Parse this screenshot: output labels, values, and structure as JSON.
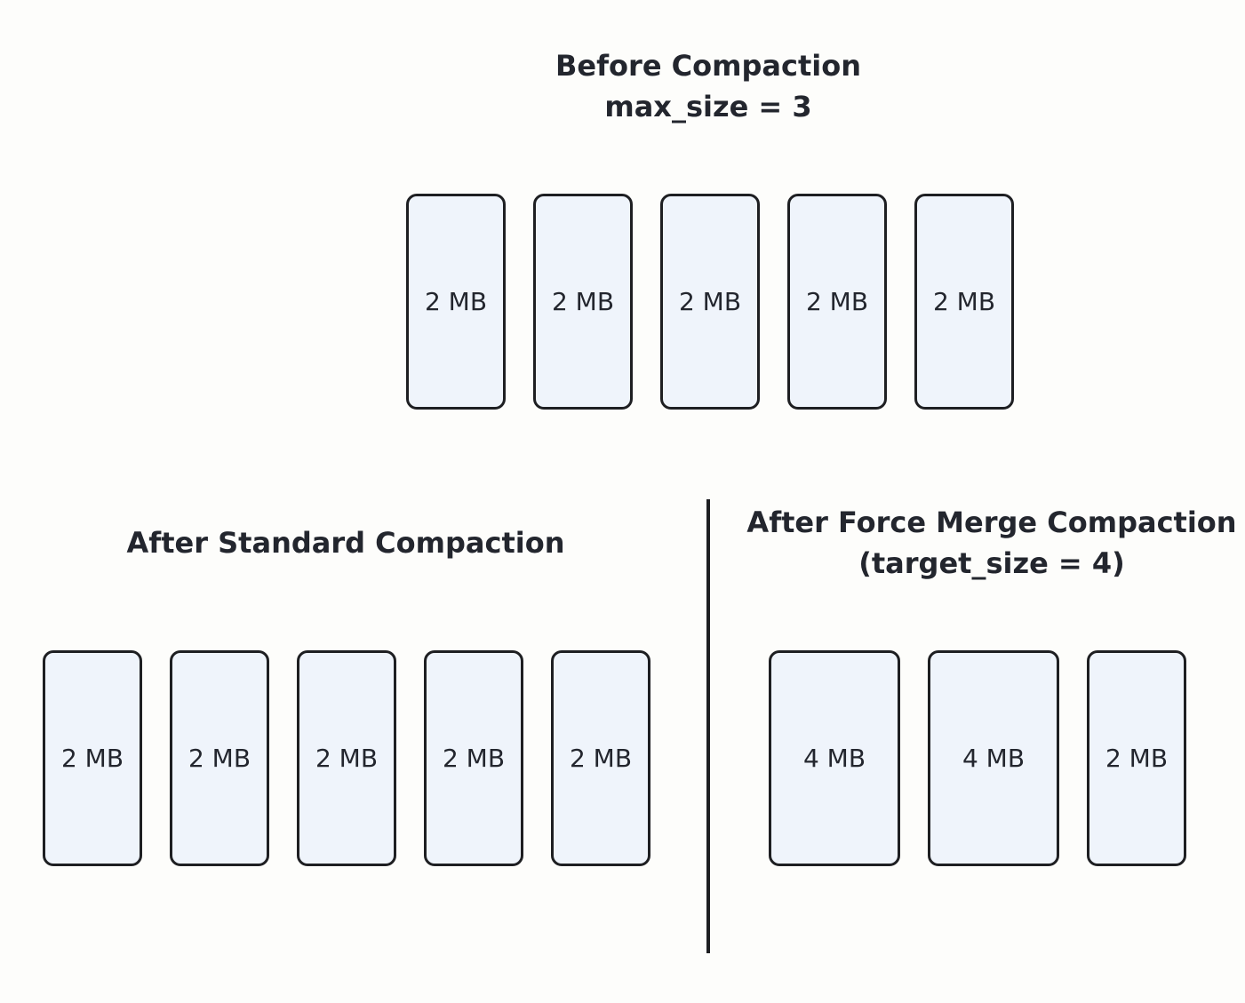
{
  "before": {
    "title_line1": "Before Compaction",
    "title_line2": "max_size =  3",
    "blocks": [
      "2 MB",
      "2 MB",
      "2 MB",
      "2 MB",
      "2 MB"
    ]
  },
  "standard": {
    "title": "After Standard Compaction",
    "blocks": [
      "2 MB",
      "2 MB",
      "2 MB",
      "2 MB",
      "2 MB"
    ]
  },
  "force": {
    "title_line1": "After Force Merge Compaction",
    "title_line2": "(target_size = 4)",
    "blocks": [
      "4 MB",
      "4 MB",
      "2 MB"
    ]
  },
  "colors": {
    "block_fill": "#eff4fb",
    "block_border": "#1e1f22",
    "text": "#23262e",
    "background": "#fdfdfb"
  }
}
